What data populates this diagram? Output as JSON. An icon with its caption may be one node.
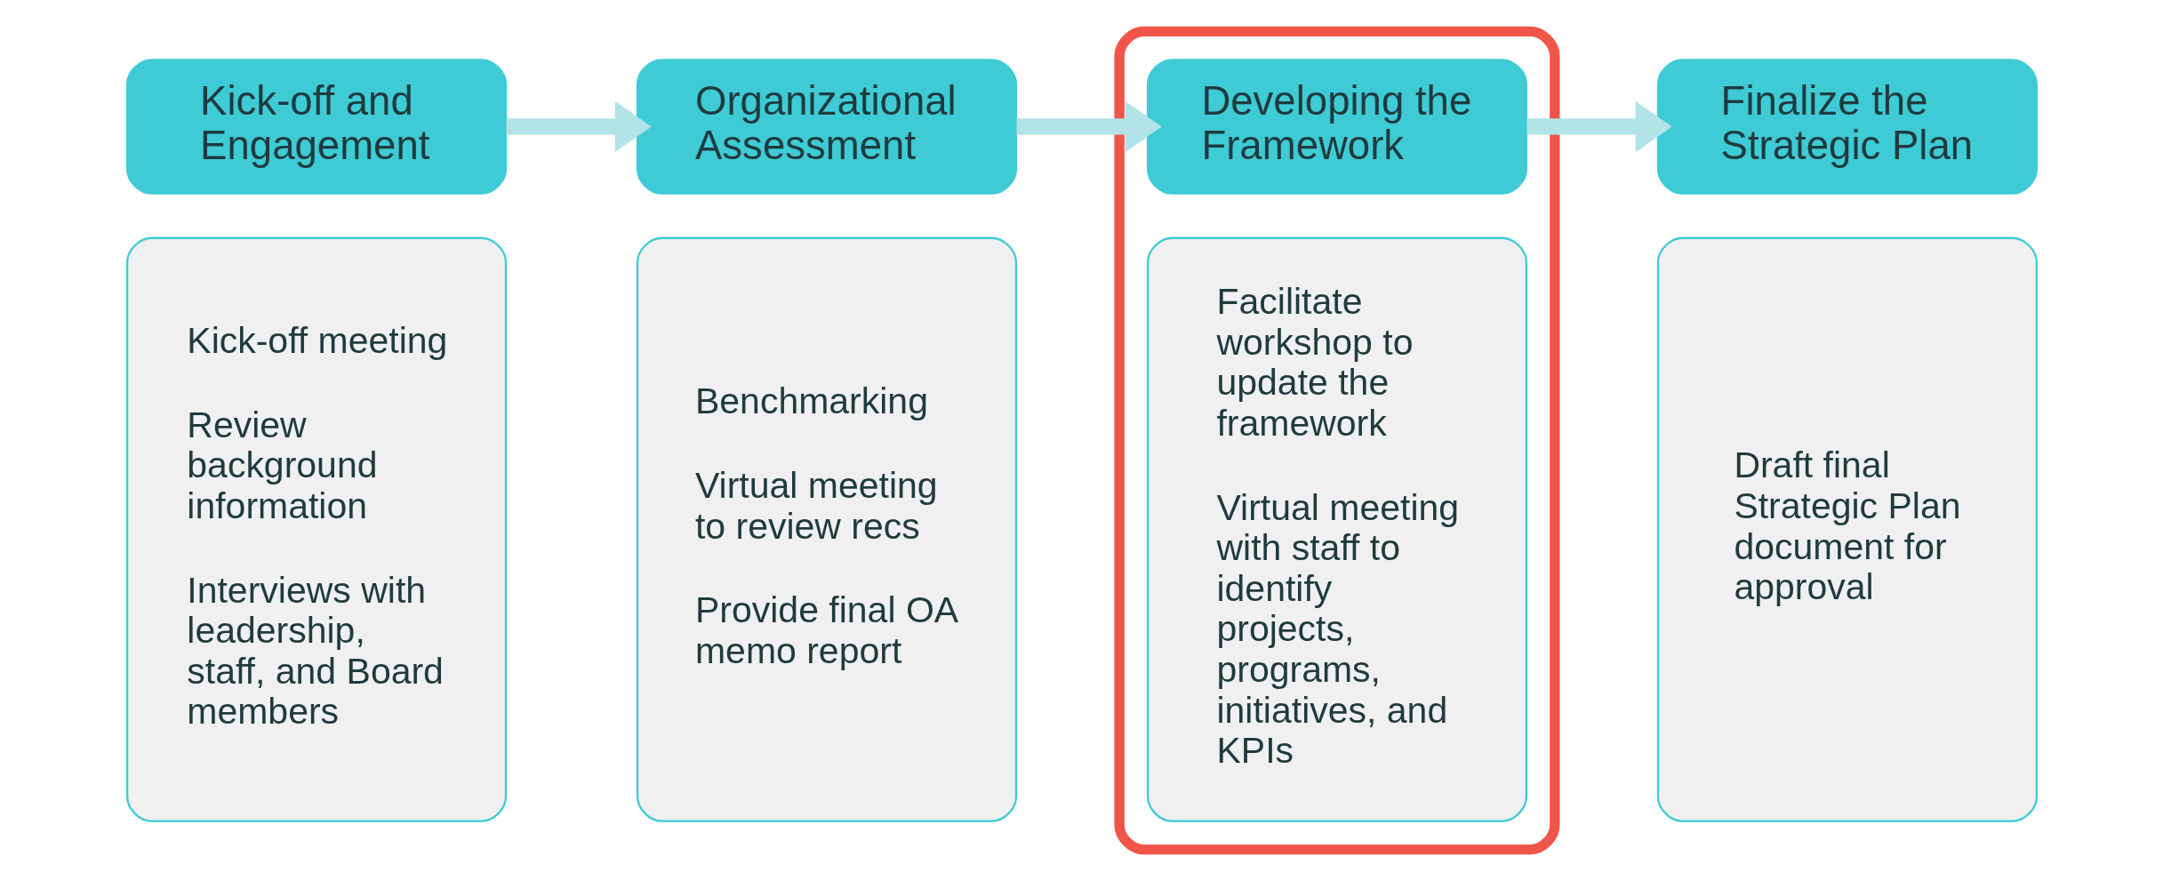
{
  "diagram": {
    "nodes": [
      {
        "text": [
          "Kick-off and Engagement"
        ]
      },
      {
        "text": [
          "Kick-off meeting",
          "Review background information",
          "Interviews with leadership, staff, and Board members"
        ]
      },
      {
        "text": [
          "Organizational Assessment"
        ]
      },
      {
        "text": [
          "Benchmarking",
          "Virtual meeting to review recs",
          "Provide final OA memo report"
        ]
      },
      {
        "text": [],
        "shape": "box"
      },
      {
        "text": [
          "Developing the Framework"
        ],
        "in": 4
      },
      {
        "text": [
          "Facilitate workshop to update the framework",
          "Virtual meeting with staff to identify projects, programs, initiatives, and KPIs"
        ],
        "in": 4
      },
      {
        "text": [
          "Finalize the Strategic Plan"
        ]
      },
      {
        "text": [
          "Draft final Strategic Plan document for approval"
        ]
      }
    ],
    "edges": [
      {
        "from": 0,
        "to": 2,
        "arrow": "to"
      },
      {
        "from": 2,
        "to": 5,
        "arrow": "to"
      },
      {
        "from": 5,
        "to": 7,
        "arrow": "to"
      }
    ]
  }
}
